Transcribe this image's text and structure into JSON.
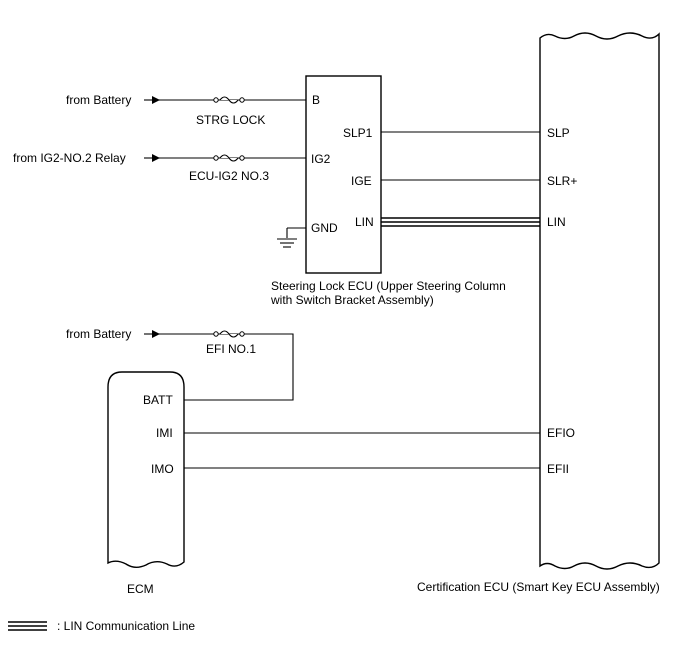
{
  "sources": {
    "battery_1": "from Battery",
    "ig2_relay": "from IG2-NO.2 Relay",
    "battery_2": "from Battery"
  },
  "fuses": {
    "strg_lock": "STRG LOCK",
    "ecu_ig2": "ECU-IG2 NO.3",
    "efi": "EFI NO.1"
  },
  "steering_lock_ecu": {
    "pins": {
      "b": "B",
      "ig2": "IG2",
      "gnd": "GND",
      "slp1": "SLP1",
      "ige": "IGE",
      "lin": "LIN"
    },
    "caption_line1": "Steering Lock ECU (Upper Steering Column",
    "caption_line2": "with Switch Bracket Assembly)"
  },
  "ecm": {
    "pins": {
      "batt": "BATT",
      "imi": "IMI",
      "imo": "IMO"
    },
    "caption": "ECM"
  },
  "certification_ecu": {
    "pins": {
      "slp": "SLP",
      "slr": "SLR+",
      "lin": "LIN",
      "efio": "EFIO",
      "efii": "EFII"
    },
    "caption": "Certification ECU (Smart Key ECU Assembly)"
  },
  "legend": {
    "lin_line": ": LIN Communication Line"
  }
}
